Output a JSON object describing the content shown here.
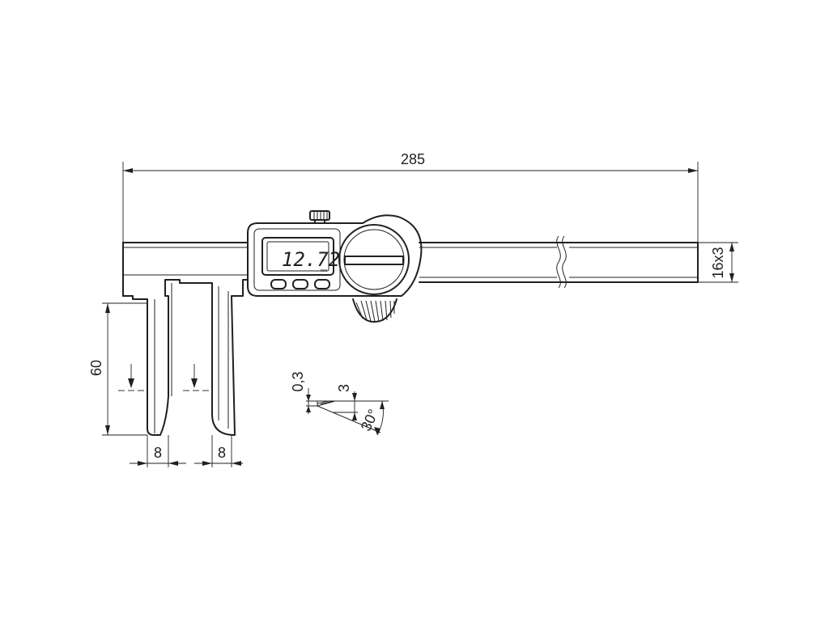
{
  "dimensions": {
    "overall_length": "285",
    "beam_section": "16x3",
    "jaw_depth": "60",
    "jaw_width_left": "8",
    "jaw_width_right": "8",
    "tip_thickness": "0,3",
    "tip_height": "3",
    "tip_angle": "30°"
  },
  "display": {
    "reading": "12.72",
    "unit": "mm",
    "button_count": 3
  },
  "colors": {
    "line": "#231f20",
    "background": "#ffffff"
  }
}
